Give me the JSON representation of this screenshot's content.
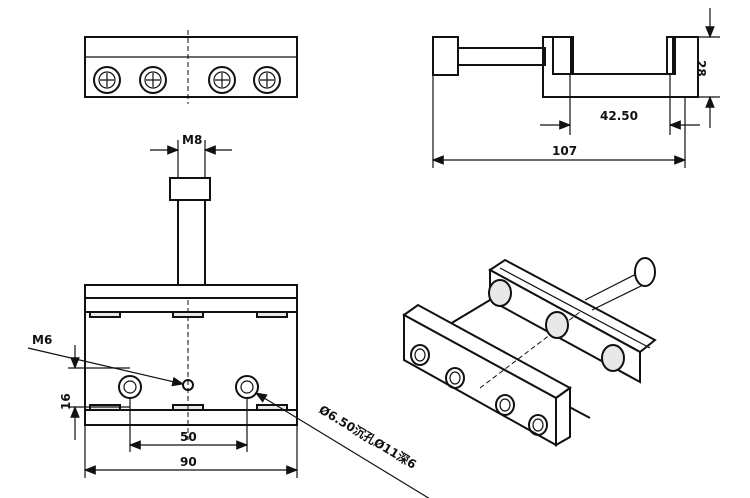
{
  "dimensions": {
    "thread_stem": "M8",
    "thread_center": "M6",
    "height_small": "16",
    "hole_spacing": "50",
    "width_base": "90",
    "overall_length": "107",
    "clamp_opening": "42.50",
    "height": "28",
    "hole_note": "Ø6.50沉孔Ø11深6"
  }
}
